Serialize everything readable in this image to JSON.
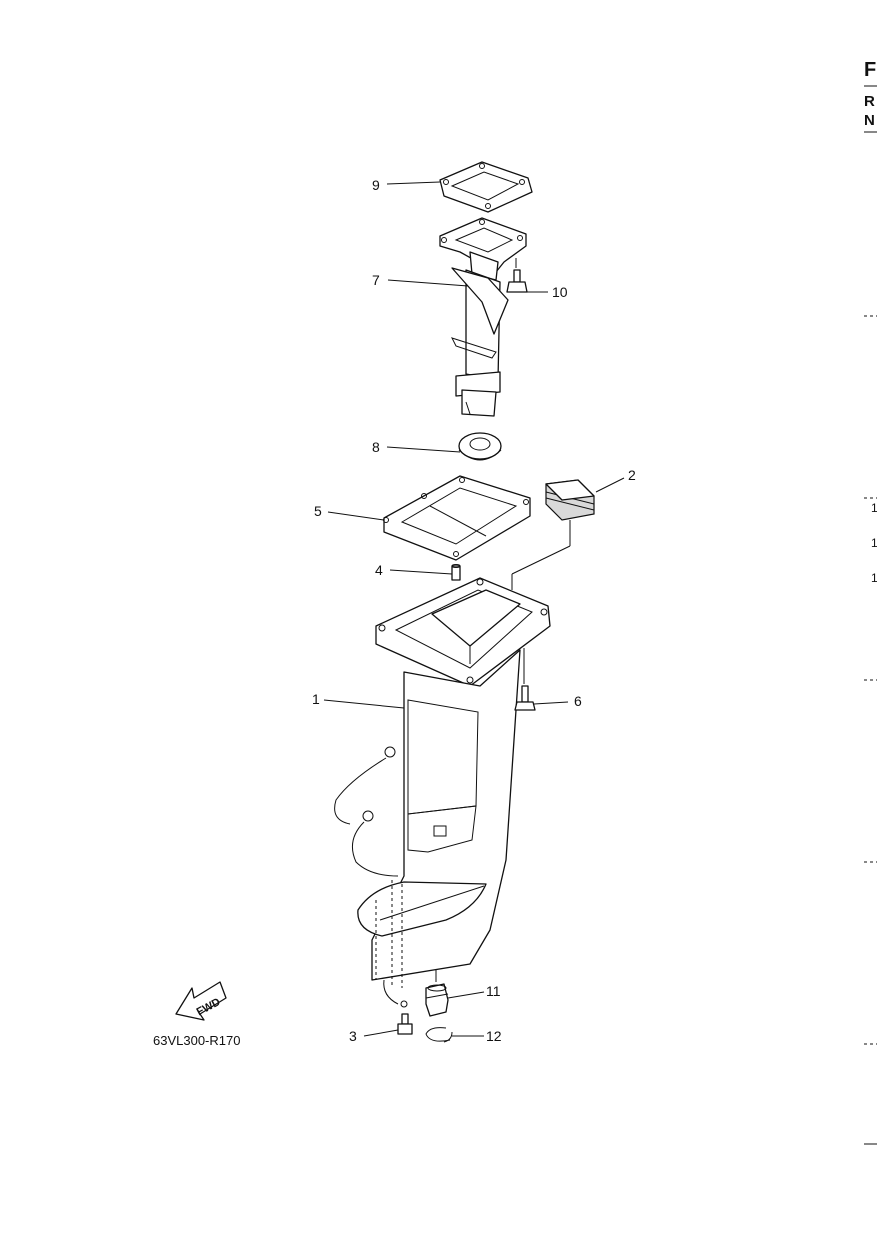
{
  "diagram": {
    "callouts": {
      "c1": "1",
      "c2": "2",
      "c3": "3",
      "c4": "4",
      "c5": "5",
      "c6": "6",
      "c7": "7",
      "c8": "8",
      "c9": "9",
      "c10": "10",
      "c11": "11",
      "c12": "12"
    },
    "drawing_code": "63VL300-R170",
    "fwd_label": "FWD"
  },
  "right_margin": {
    "header_letter": "F",
    "row_r": "R",
    "row_n": "N",
    "qty_1": "1",
    "qty_2": "1",
    "qty_3": "1"
  }
}
